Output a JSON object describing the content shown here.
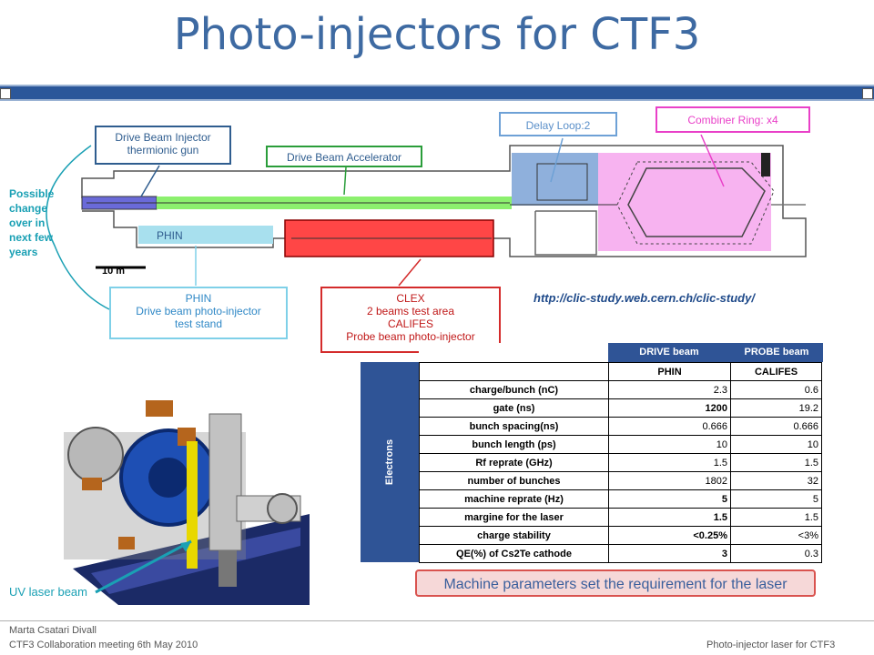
{
  "slide": {
    "title": "Photo-injectors for CTF3"
  },
  "diagram": {
    "labels": {
      "injector": "Drive Beam Injector\nthermionic gun",
      "accelerator": "Drive Beam Accelerator",
      "delay_loop": "Delay Loop:2",
      "combiner_ring": "Combiner Ring: x4",
      "phin_box": "PHIN",
      "phin_callout": "PHIN\nDrive beam photo-injector\ntest stand",
      "clex_callout": "CLEX\n2 beams test area\nCALIFES\nProbe beam photo-injector",
      "possible_change": "Possible change over in next few years",
      "scale": "10 m"
    },
    "url": "http://clic-study.web.cern.ch/clic-study/",
    "colors": {
      "injector": "#6a6ad8",
      "accelerator": "#8cf06e",
      "phin": "#a8e0ee",
      "clex": "#ff4646",
      "delay_loop": "#8fb0dc",
      "combiner_ring": "#f7b3f0"
    }
  },
  "photo": {
    "label": "UV laser beam"
  },
  "table": {
    "side_label": "Electrons",
    "headers": [
      "DRIVE beam",
      "PROBE beam"
    ],
    "subheaders": [
      "PHIN",
      "CALIFES"
    ],
    "rows": [
      {
        "param": "charge/bunch (nC)",
        "phin": "2.3",
        "califes": "0.6"
      },
      {
        "param": "gate (ns)",
        "phin": "1200",
        "califes": "19.2"
      },
      {
        "param": "bunch spacing(ns)",
        "phin": "0.666",
        "califes": "0.666"
      },
      {
        "param": "bunch length (ps)",
        "phin": "10",
        "califes": "10"
      },
      {
        "param": "Rf reprate (GHz)",
        "phin": "1.5",
        "califes": "1.5"
      },
      {
        "param": "number of bunches",
        "phin": "1802",
        "califes": "32"
      },
      {
        "param": "machine reprate (Hz)",
        "phin": "5",
        "califes": "5"
      },
      {
        "param": "margine for the laser",
        "phin": "1.5",
        "califes": "1.5"
      },
      {
        "param": "charge stability",
        "phin": "<0.25%",
        "califes": "<3%"
      },
      {
        "param": "QE(%) of Cs2Te cathode",
        "phin": "3",
        "califes": "0.3"
      }
    ]
  },
  "note": "Machine parameters set the requirement for the laser",
  "footer": {
    "author": "Marta Csatari Divall",
    "meeting": "CTF3 Collaboration meeting 6th May 2010",
    "right": "Photo-injector laser for CTF3"
  }
}
